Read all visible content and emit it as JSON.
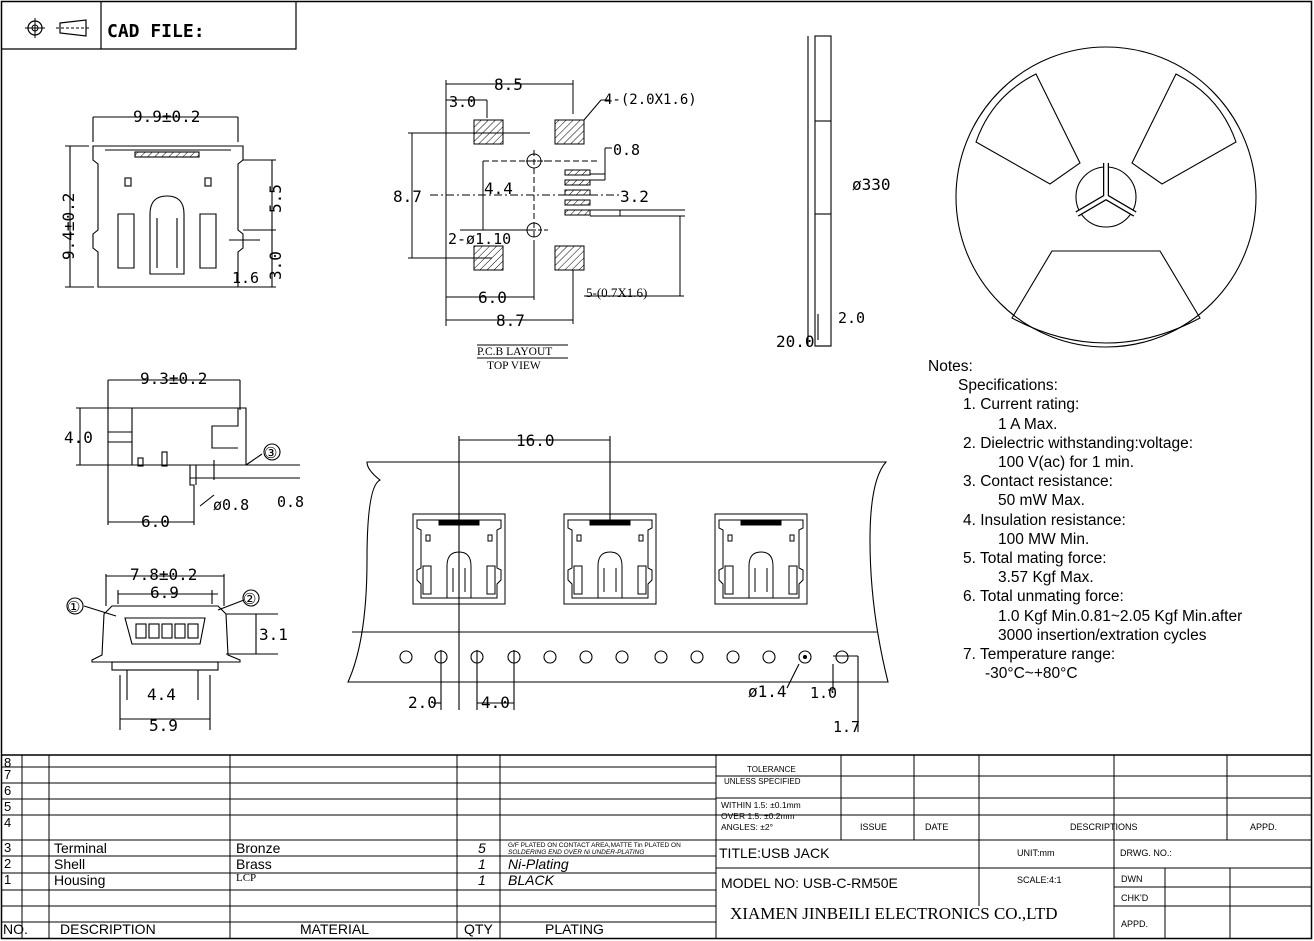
{
  "header": {
    "title": "CAD FILE:",
    "projection_icon": "third-angle-projection-icon"
  },
  "views": {
    "front": {
      "width": "9.9±0.2",
      "height": "9.4±0.2",
      "dim_a": "5.5",
      "dim_b": "3.0",
      "dim_c": "1.6"
    },
    "pcb": {
      "overall_top": "8.5",
      "offset": "3.0",
      "pad_callout": "4-(2.0X1.6)",
      "pitch": "0.8",
      "height": "8.7",
      "inner": "4.4",
      "pin_span": "3.2",
      "holes": "2-ø1.10",
      "pin_callout": "5-(0.7X1.6)",
      "inner_bottom": "6.0",
      "overall_bottom": "8.7",
      "caption": "P.C.B LAYOUT",
      "subcaption": "TOP VIEW"
    },
    "reel_side": {
      "diameter": "ø330",
      "hub": "2.0",
      "width": "20.0"
    },
    "side": {
      "length": "9.3±0.2",
      "height": "4.0",
      "marker": "③",
      "pin_dia": "ø0.8",
      "dim_b": "0.8",
      "dim_c": "6.0"
    },
    "end": {
      "outer": "7.8±0.2",
      "inner": "6.9",
      "marker1": "①",
      "marker2": "②",
      "height": "3.1",
      "pin_span": "4.4",
      "base": "5.9"
    },
    "tape": {
      "pitch": "16.0",
      "sprocket_offset": "2.0",
      "sprocket_pitch": "4.0",
      "hole_dia": "ø1.4",
      "edge": "1.0",
      "hole_pos": "1.7"
    }
  },
  "notes": [
    {
      "text": "Notes:",
      "indent": 0
    },
    {
      "text": "Specifications:",
      "indent": 30
    },
    {
      "text": "1. Current rating:",
      "indent": 35
    },
    {
      "text": "1 A Max.",
      "indent": 70
    },
    {
      "text": "2. Dielectric withstanding:voltage:",
      "indent": 35
    },
    {
      "text": "100 V(ac) for 1 min.",
      "indent": 70
    },
    {
      "text": "3. Contact resistance:",
      "indent": 35
    },
    {
      "text": "50 mW Max.",
      "indent": 70
    },
    {
      "text": "4. Insulation resistance:",
      "indent": 35
    },
    {
      "text": "100 MW Min.",
      "indent": 70
    },
    {
      "text": "5. Total mating force:",
      "indent": 35
    },
    {
      "text": "3.57 Kgf Max.",
      "indent": 70
    },
    {
      "text": "6. Total unmating force:",
      "indent": 35
    },
    {
      "text": "1.0 Kgf Min.0.81~2.05 Kgf Min.after",
      "indent": 70
    },
    {
      "text": "3000 insertion/extration cycles",
      "indent": 70
    },
    {
      "text": "7. Temperature range:",
      "indent": 35
    },
    {
      "text": "-30°C~+80°C",
      "indent": 57
    }
  ],
  "bom": {
    "headers": {
      "no": "NO.",
      "description": "DESCRIPTION",
      "material": "MATERIAL",
      "qty": "QTY",
      "plating": "PLATING"
    },
    "rows": [
      {
        "no": "8",
        "description": "",
        "material": "",
        "qty": "",
        "plating": ""
      },
      {
        "no": "7",
        "description": "",
        "material": "",
        "qty": "",
        "plating": ""
      },
      {
        "no": "6",
        "description": "",
        "material": "",
        "qty": "",
        "plating": ""
      },
      {
        "no": "5",
        "description": "",
        "material": "",
        "qty": "",
        "plating": ""
      },
      {
        "no": "4",
        "description": "",
        "material": "",
        "qty": "",
        "plating": ""
      },
      {
        "no": "3",
        "description": "Terminal",
        "material": "Bronze",
        "qty": "5",
        "plating": "G/F PLATED ON CONTACT AREA,MATTE Tin PLATED ON",
        "plating2": "SOLDERING END OVER Ni UNDER-PLATING"
      },
      {
        "no": "2",
        "description": "Shell",
        "material": "Brass",
        "qty": "1",
        "plating": "Ni-Plating"
      },
      {
        "no": "1",
        "description": "Housing",
        "material": "LCP",
        "qty": "1",
        "plating": "BLACK"
      }
    ]
  },
  "title_block": {
    "tolerance_1": "TOLERANCE",
    "tolerance_2": "UNLESS SPECIFIED",
    "within": "WITHIN 1.5: ±0.1mm",
    "over": "OVER 1.5:  ±0.2mm",
    "angles": "ANGLES: ±2°",
    "issue": "ISSUE",
    "date": "DATE",
    "descriptions": "DESCRIPTIONS",
    "appd_col": "APPD.",
    "title": "TITLE:USB  JACK",
    "unit": "UNIT:mm",
    "drwg_no": "DRWG. NO.:",
    "model": "MODEL  NO: USB-C-RM50E",
    "scale": "SCALE:4:1",
    "dwn": "DWN",
    "company": "XIAMEN JINBEILI ELECTRONICS CO.,LTD",
    "chkd": "CHK'D",
    "appd": "APPD."
  }
}
